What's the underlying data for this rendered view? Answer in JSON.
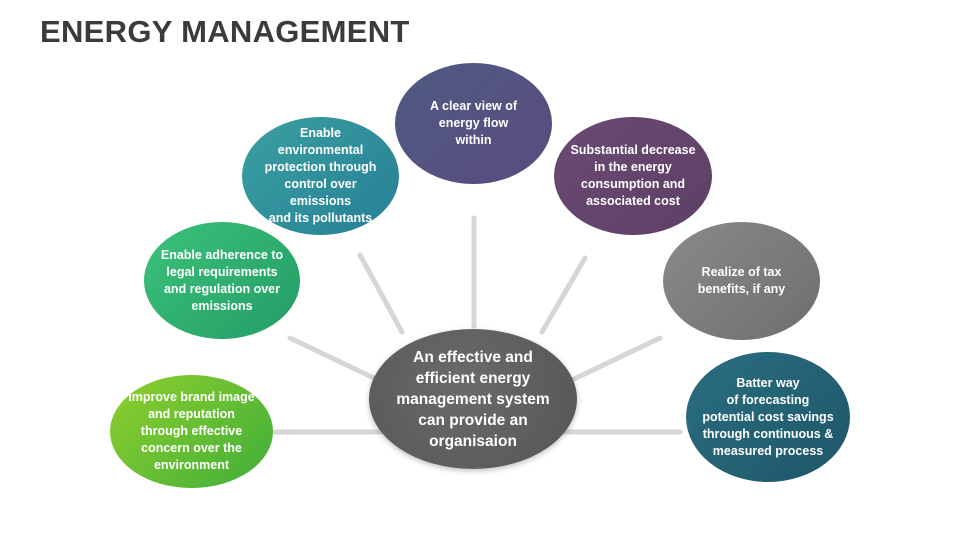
{
  "title": "ENERGY MANAGEMENT",
  "center": {
    "text": "An effective and\nefficient energy\nmanagement system\ncan provide an\norganisaion",
    "color": "#555555"
  },
  "nodes": [
    {
      "id": "brand-image",
      "text": "Improve brand image\nand reputation\nthrough  effective\nconcern over the\nenvironment",
      "color_from": "#8fcf2c",
      "color_to": "#3fae3a"
    },
    {
      "id": "legal-requirements",
      "text": "Enable adherence to\nlegal requirements\nand regulation over\nemissions",
      "color_from": "#3bc27a",
      "color_to": "#249c66"
    },
    {
      "id": "environmental-protection",
      "text": "Enable environmental\nprotection through\ncontrol over emissions\nand its pollutants",
      "color_from": "#3aa0a0",
      "color_to": "#277f96"
    },
    {
      "id": "energy-flow",
      "text": "A clear view of\nenergy flow\nwithin",
      "color_from": "#4e5a82",
      "color_to": "#5a4c7e"
    },
    {
      "id": "consumption-decrease",
      "text": "Substantial decrease\nin the energy\nconsumption and\nassociated cost",
      "color_from": "#6a4a72",
      "color_to": "#5e3f66"
    },
    {
      "id": "tax-benefits",
      "text": "Realize of tax\nbenefits, if any",
      "color_from": "#8a8a8a",
      "color_to": "#6e6e6e"
    },
    {
      "id": "forecasting",
      "text": "Batter way\nof forecasting\npotential cost savings\nthrough continuous &\nmeasured process",
      "color_from": "#2a6e80",
      "color_to": "#1e5668"
    }
  ]
}
